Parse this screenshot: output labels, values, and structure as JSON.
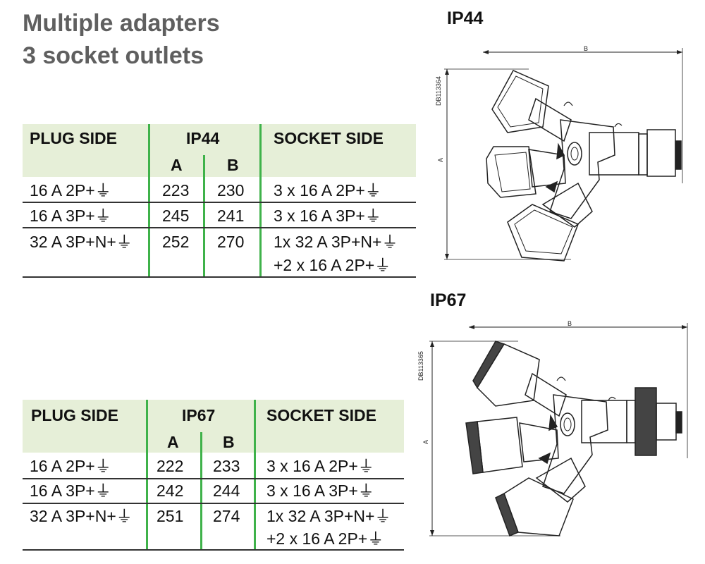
{
  "page_title": {
    "line1": "Multiple adapters",
    "line2": "3 socket outlets"
  },
  "ip44": {
    "section_label": "IP44",
    "drawing_ref": "DB113364",
    "dim_a": "A",
    "dim_b": "B",
    "table": {
      "col_plug": "PLUG SIDE",
      "col_ip": "IP44",
      "col_a": "A",
      "col_b": "B",
      "col_socket": "SOCKET SIDE",
      "rows": [
        {
          "plug": "16 A 2P+⏚",
          "a": "223",
          "b": "230",
          "socket": "3 x 16 A 2P+⏚",
          "socket2": ""
        },
        {
          "plug": "16 A 3P+⏚",
          "a": "245",
          "b": "241",
          "socket": "3 x 16 A 3P+⏚",
          "socket2": ""
        },
        {
          "plug": "32 A 3P+N+⏚",
          "a": "252",
          "b": "270",
          "socket": "1x 32 A 3P+N+⏚",
          "socket2": "+2 x 16 A 2P+⏚"
        }
      ]
    }
  },
  "ip67": {
    "section_label": "IP67",
    "drawing_ref": "DB113365",
    "dim_a": "A",
    "dim_b": "B",
    "table": {
      "col_plug": "PLUG SIDE",
      "col_ip": "IP67",
      "col_a": "A",
      "col_b": "B",
      "col_socket": "SOCKET SIDE",
      "rows": [
        {
          "plug": "16 A 2P+⏚",
          "a": "222",
          "b": "233",
          "socket": "3 x 16 A 2P+⏚",
          "socket2": ""
        },
        {
          "plug": "16 A 3P+⏚",
          "a": "242",
          "b": "244",
          "socket": "3 x 16 A 3P+⏚",
          "socket2": ""
        },
        {
          "plug": "32 A 3P+N+⏚",
          "a": "251",
          "b": "274",
          "socket": "1x 32 A 3P+N+⏚",
          "socket2": "+2 x 16 A 2P+⏚"
        }
      ]
    }
  },
  "colors": {
    "header_bg": "#e6efd8",
    "divider_green": "#3fb24a",
    "title_gray": "#5f5f5f"
  }
}
